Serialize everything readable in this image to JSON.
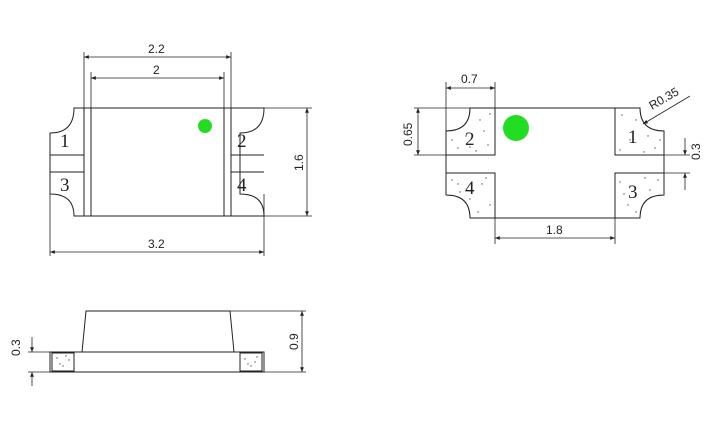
{
  "colors": {
    "indicator": "#22dd22",
    "line": "#222222",
    "pad_dots": "#555555"
  },
  "top_view": {
    "pins": {
      "p1": "1",
      "p2": "2",
      "p3": "3",
      "p4": "4"
    },
    "dims": {
      "w_outer": "2.2",
      "w_inner": "2",
      "length": "3.2",
      "height": "1.6"
    }
  },
  "bottom_view": {
    "pins": {
      "p1": "1",
      "p2": "2",
      "p3": "3",
      "p4": "4"
    },
    "dims": {
      "pad_w": "0.7",
      "pad_h": "0.65",
      "radius": "R0.35",
      "gap": "0.3",
      "pitch": "1.8"
    }
  },
  "side_view": {
    "dims": {
      "base": "0.3",
      "total": "0.9"
    }
  }
}
